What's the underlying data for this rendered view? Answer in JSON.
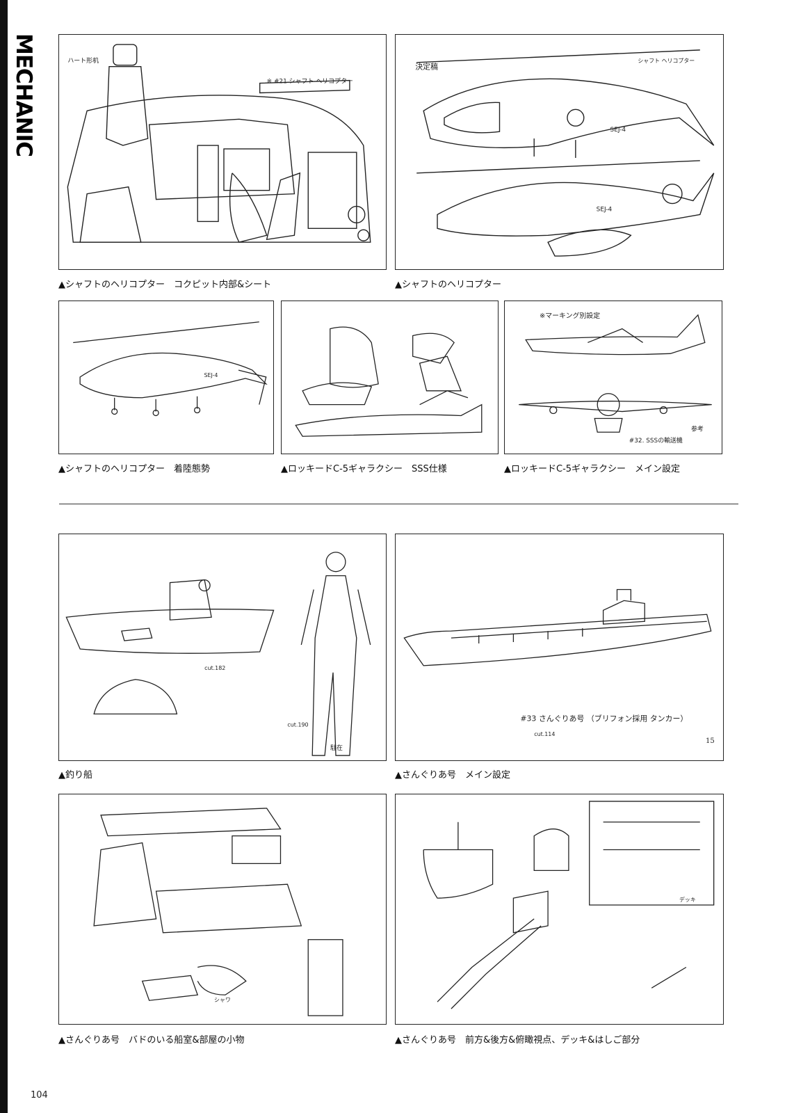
{
  "section_label": "MECHANIC",
  "page_number": "104",
  "panels": [
    {
      "id": "heli-cockpit",
      "caption": "▲シャフトのヘリコプター　コクピット内部&シート",
      "notes": [
        "ハート形机",
        "※ #21 シャフト ヘリコプター"
      ]
    },
    {
      "id": "heli-main",
      "caption": "▲シャフトのヘリコプター",
      "notes": [
        "決定稿",
        "シャフト ヘリコプター",
        "SEJ-4",
        "SEJ-4"
      ]
    },
    {
      "id": "heli-landing",
      "caption": "▲シャフトのヘリコプター　着陸態勢",
      "notes": [
        "SEJ-4"
      ]
    },
    {
      "id": "c5-sss",
      "caption": "▲ロッキードC-5ギャラクシー　SSS仕様",
      "notes": []
    },
    {
      "id": "c5-main",
      "caption": "▲ロッキードC-5ギャラクシー　メイン設定",
      "notes": [
        "※マーキング別設定",
        "#32. SSSの輸送機",
        "参考"
      ]
    },
    {
      "id": "fishing-boat",
      "caption": "▲釣り船",
      "notes": [
        "cut.182",
        "cut.190",
        "駐在"
      ]
    },
    {
      "id": "sangria-main",
      "caption": "▲さんぐりあ号　メイン設定",
      "notes": [
        "#33 さんぐりあ号 （ブリフォン採用 タンカー）",
        "cut.114",
        "15"
      ]
    },
    {
      "id": "sangria-room",
      "caption": "▲さんぐりあ号　バドのいる船室&部屋の小物",
      "notes": [
        "シャワ"
      ]
    },
    {
      "id": "sangria-views",
      "caption": "▲さんぐりあ号　前方&後方&俯瞰視点、デッキ&はしご部分",
      "notes": [
        "デッキ"
      ]
    }
  ]
}
